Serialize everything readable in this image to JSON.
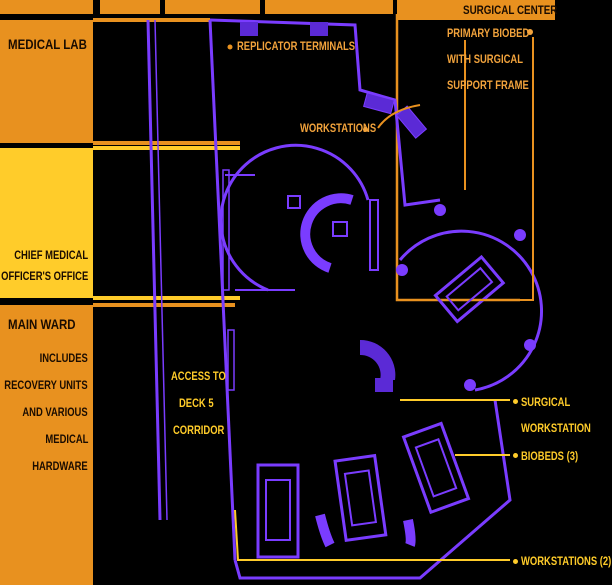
{
  "sidebar": {
    "medical_lab": "MEDICAL LAB",
    "cmo_office_line1": "CHIEF MEDICAL",
    "cmo_office_line2": "OFFICER'S OFFICE",
    "main_ward": "MAIN WARD",
    "main_ward_desc": [
      "INCLUDES",
      "RECOVERY UNITS",
      "AND VARIOUS",
      "MEDICAL",
      "HARDWARE"
    ]
  },
  "header": {
    "surgical_center": "SURGICAL CENTER",
    "biobed_desc": [
      "PRIMARY BIOBED",
      "WITH SURGICAL",
      "SUPPORT FRAME"
    ]
  },
  "callouts": {
    "replicator": "REPLICATOR TERMINALS",
    "workstations_top": "WORKSTATIONS",
    "access": [
      "ACCESS TO",
      "DECK 5",
      "CORRIDOR"
    ],
    "surgical_workstation": [
      "SURGICAL",
      "WORKSTATION"
    ],
    "biobeds": "BIOBEDS (3)",
    "workstations_bottom": "WORKSTATIONS (2)"
  },
  "colors": {
    "orange": "#e8911f",
    "light_orange": "#f2a33c",
    "yellow": "#ffcc2a",
    "purple": "#7a3cff",
    "violet_fill": "#5b2ad6"
  }
}
